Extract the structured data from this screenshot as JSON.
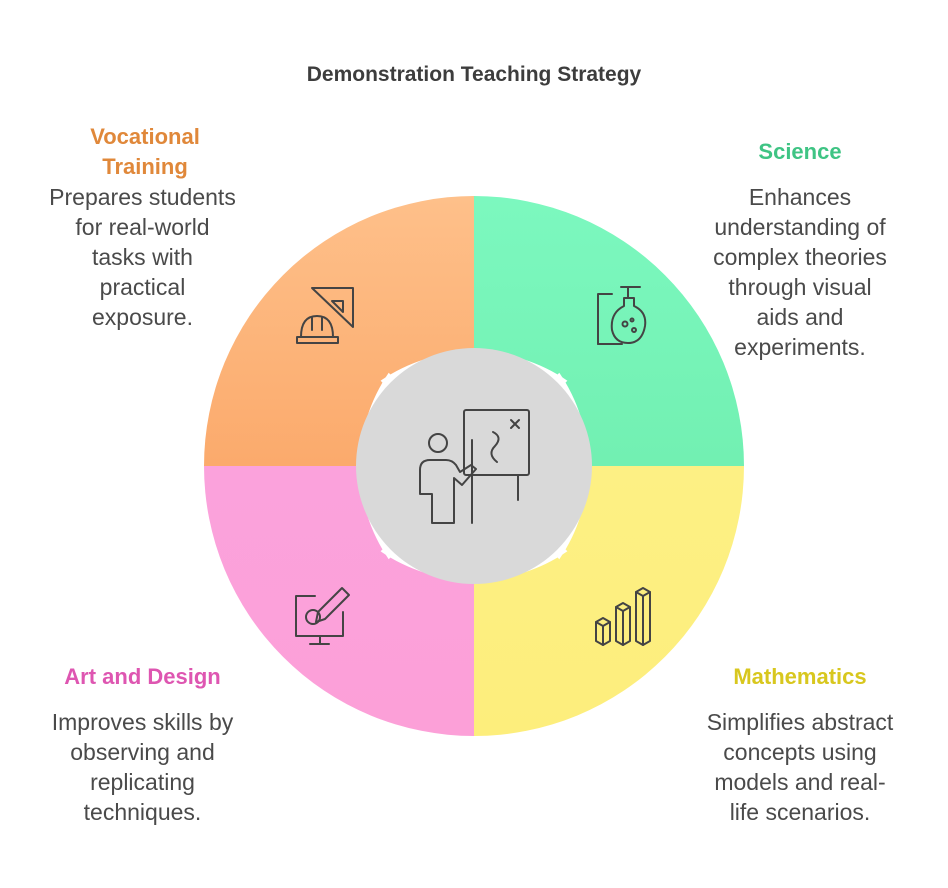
{
  "title": "Demonstration Teaching Strategy",
  "segments": [
    {
      "id": "vocational",
      "heading": "Vocational Training",
      "heading_lines": [
        "Vocational",
        "Training"
      ],
      "description_lines": [
        "Prepares students",
        "for real-world",
        "tasks with",
        "practical",
        "exposure."
      ],
      "color": "#fdbd85",
      "text_color": "#e0883a",
      "icon": "hard-hat-ruler-icon"
    },
    {
      "id": "science",
      "heading": "Science",
      "description_lines": [
        "Enhances",
        "understanding of",
        "complex theories",
        "through visual",
        "aids and",
        "experiments."
      ],
      "color": "#7df7be",
      "text_color": "#3fc484",
      "icon": "flask-icon"
    },
    {
      "id": "art",
      "heading": "Art and Design",
      "description_lines": [
        "Improves skills by",
        "observing and",
        "replicating",
        "techniques."
      ],
      "color": "#fba2dc",
      "text_color": "#de56b1",
      "icon": "drawing-tablet-icon"
    },
    {
      "id": "math",
      "heading": "Mathematics",
      "description_lines": [
        "Simplifies abstract",
        "concepts using",
        "models and real-",
        "life scenarios."
      ],
      "color": "#fdf084",
      "text_color": "#d8c71e",
      "icon": "bar-chart-icon"
    }
  ],
  "center": {
    "color": "#d9d9d9",
    "icon": "teacher-whiteboard-icon"
  }
}
